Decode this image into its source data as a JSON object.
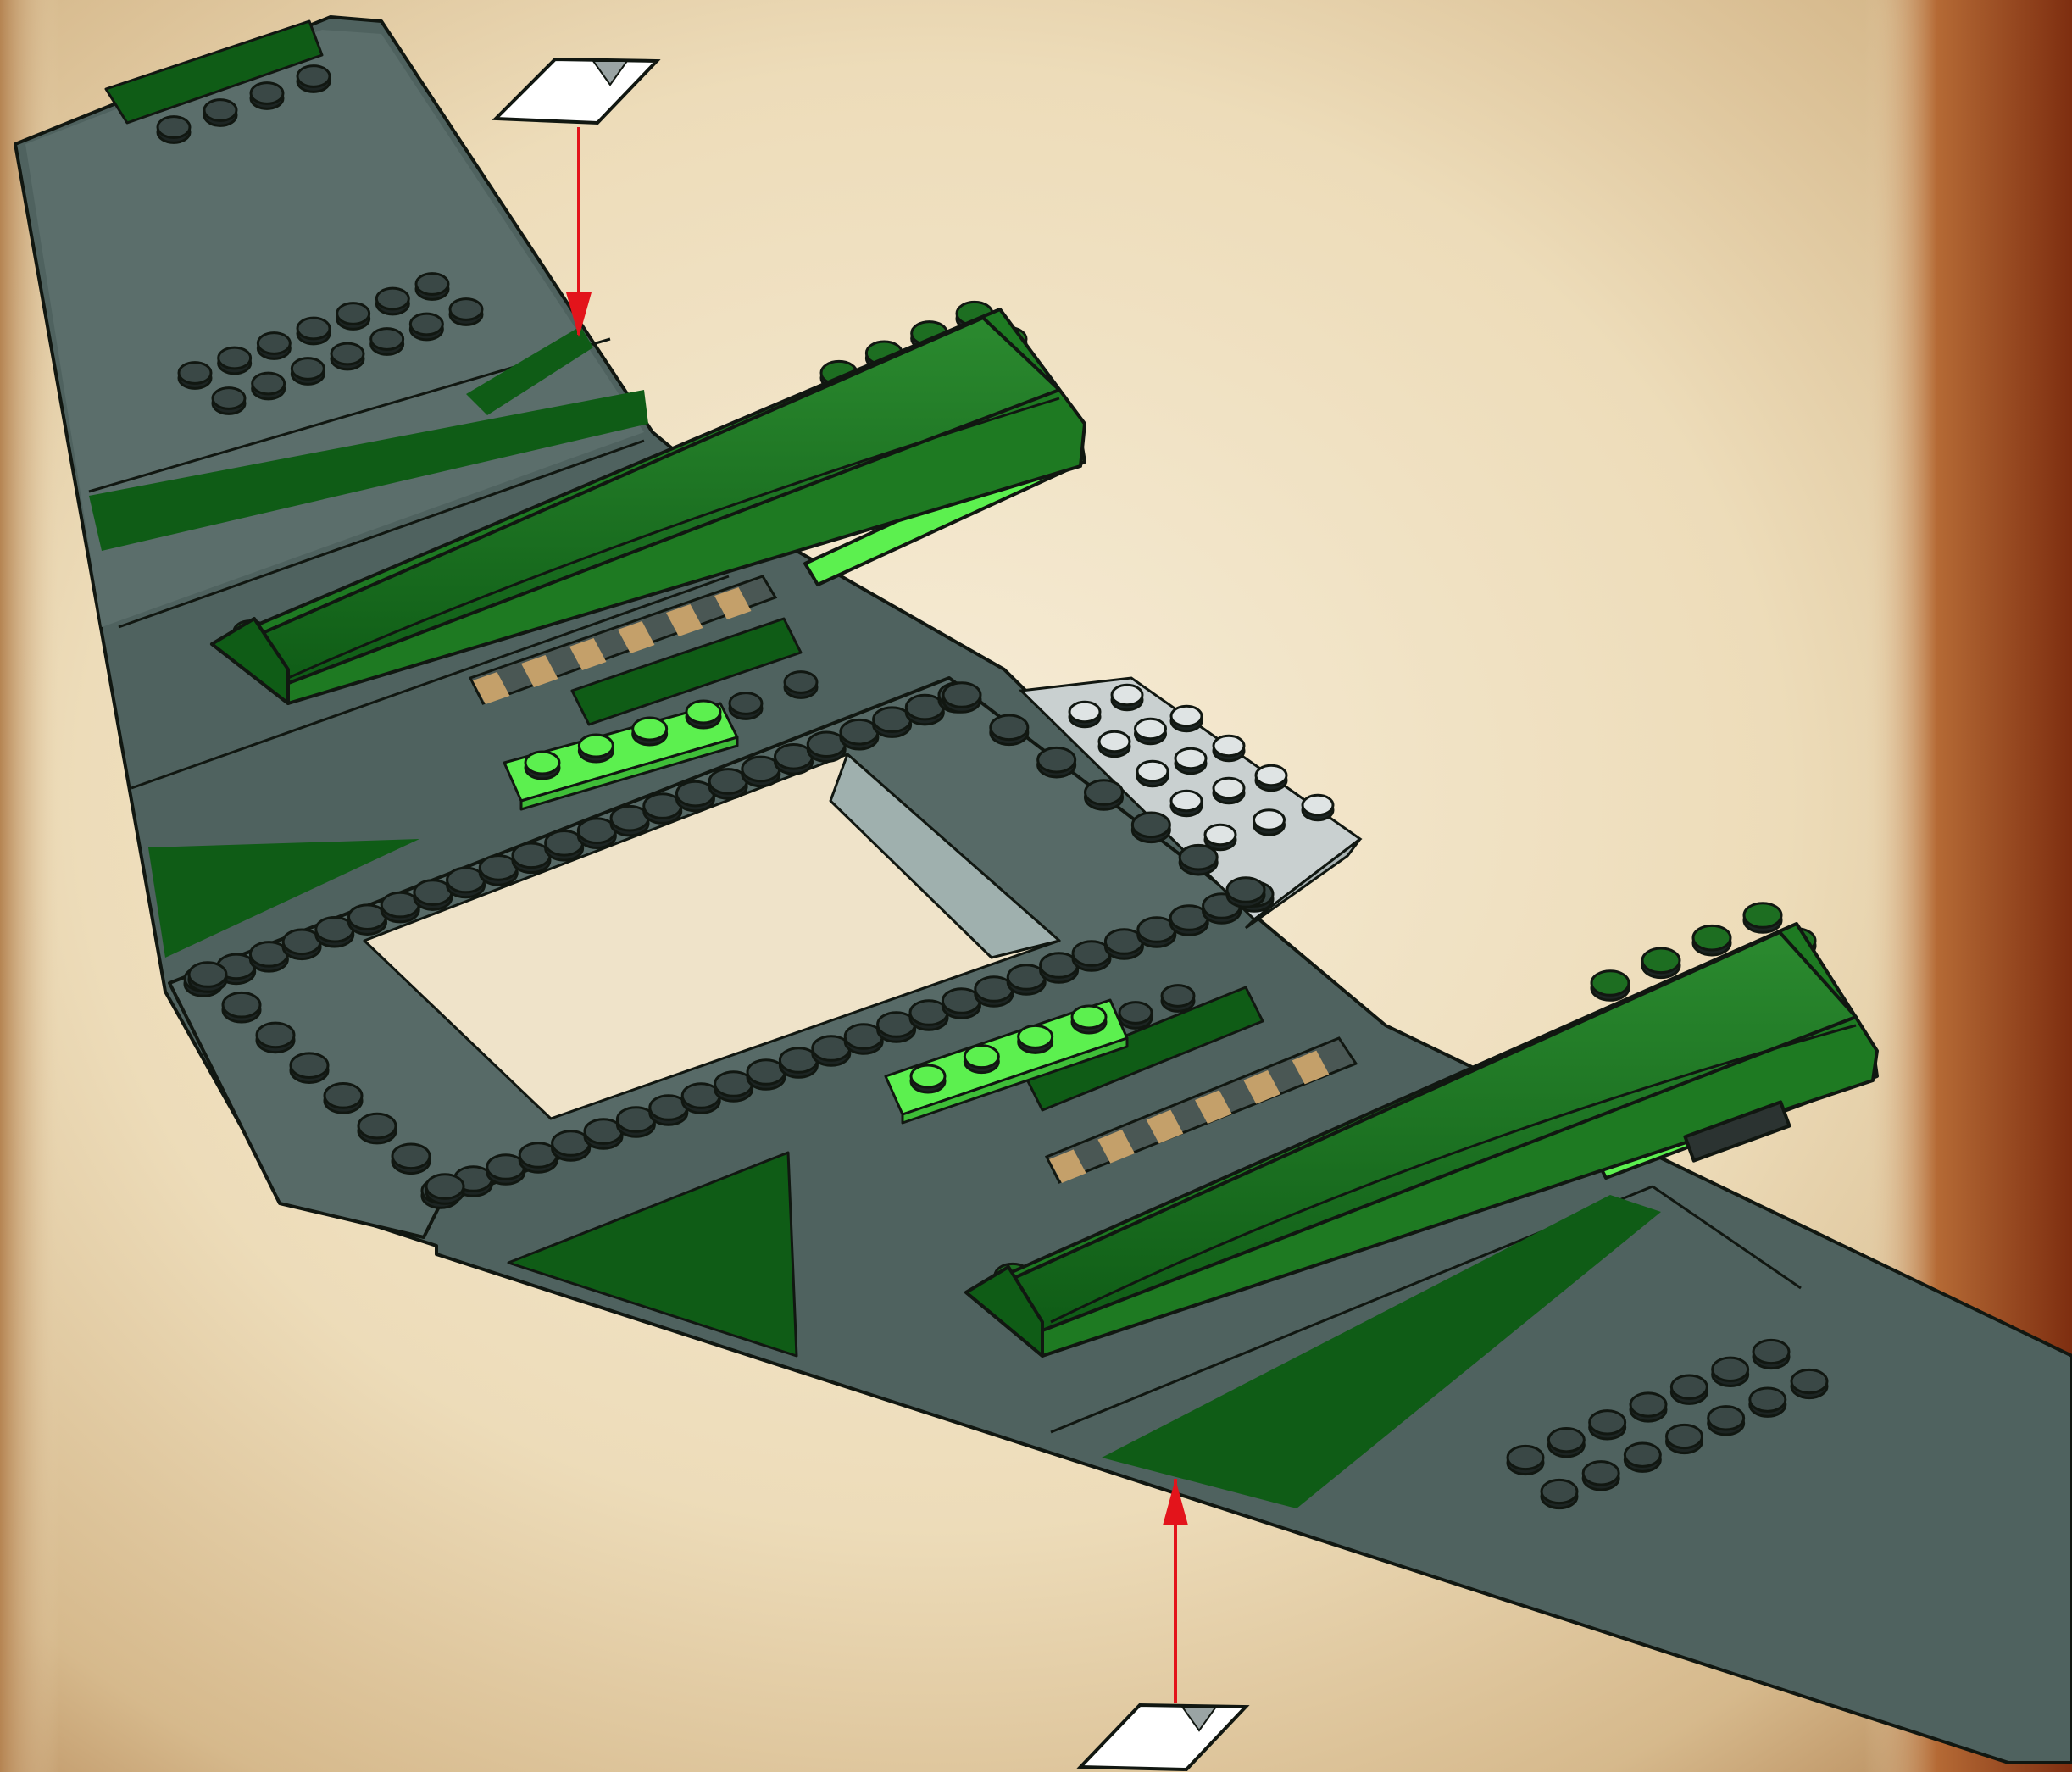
{
  "scene": {
    "subject": "wing-assembly",
    "colors": {
      "background": "#efe3c9",
      "parchment_dark": "#c6a67a",
      "leather_edge": "#9a3f1a",
      "wing_gray": "#4f625f",
      "wing_gray_light": "#5f726f",
      "outline": "#111711",
      "dark_green": "#0f5c16",
      "mid_green": "#1e7a22",
      "bright_green": "#5cf04f",
      "tan_stripe": "#c4a06a",
      "light_gray_part": "#c9d0d0",
      "arrow_red": "#e3141b",
      "decal_white": "#ffffff"
    },
    "callouts": [
      {
        "name": "sticker-top",
        "icon": "sticker-icon",
        "direction": "down"
      },
      {
        "name": "sticker-bottom",
        "icon": "sticker-icon",
        "direction": "up"
      }
    ]
  }
}
